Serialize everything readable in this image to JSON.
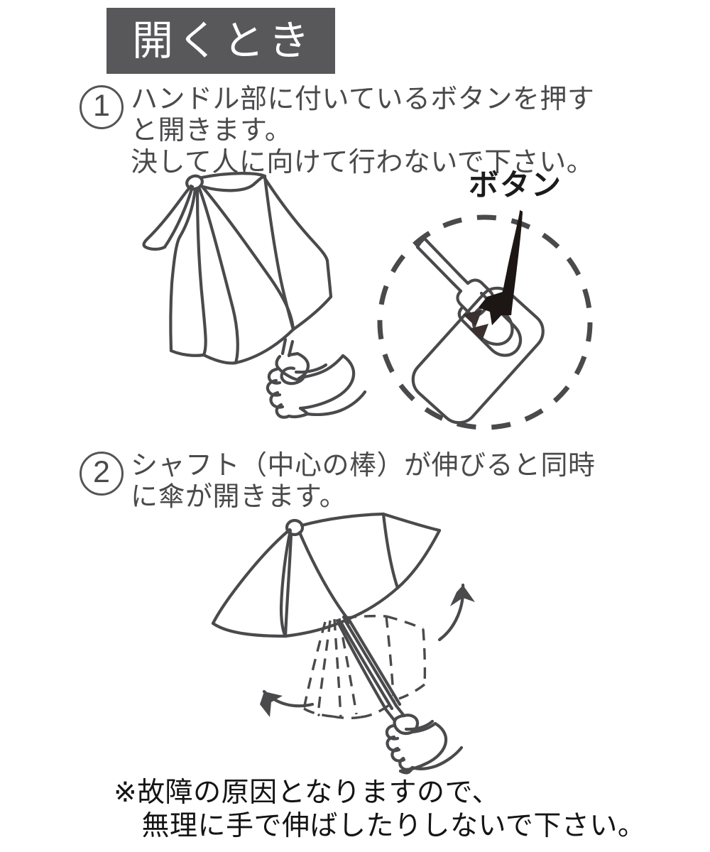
{
  "document": {
    "language": "ja",
    "kind": "umbrella-instruction-manual",
    "background_color": "#ffffff"
  },
  "header": {
    "title": "開くとき",
    "band_color": "#58585a",
    "text_color": "#ffffff"
  },
  "steps": [
    {
      "number": "1",
      "marker": "①",
      "text": "ハンドル部に付いているボタンを押す\nと開きます。\n決して人に向けて行わないで下さい。",
      "lines": [
        "ハンドル部に付いているボタンを押す",
        "と開きます。",
        "決して人に向けて行わないで下さい。"
      ]
    },
    {
      "number": "2",
      "marker": "②",
      "text": "シャフト（中心の棒）が伸びると同時\nに傘が開きます。",
      "lines": [
        "シャフト（中心の棒）が伸びると同時",
        "に傘が開きます。"
      ]
    }
  ],
  "annotations": {
    "button_label": "ボタン"
  },
  "footer": {
    "note": "※故障の原因となりますので、\n　無理に手で伸ばしたりしないで下さい。",
    "lines": [
      "※故障の原因となりますので、",
      "　無理に手で伸ばしたりしないで下さい。"
    ]
  },
  "illustrations": [
    {
      "name": "folded-umbrella-in-hand",
      "caption": "A folded umbrella held upright in a hand",
      "stroke_color": "#4a4a4c"
    },
    {
      "name": "handle-button-callout",
      "caption": "Magnified dashed-circle view of the handle with the push button and a black pointer arrow",
      "stroke_color": "#4a4a4c",
      "arrow_color": "#1c1614"
    },
    {
      "name": "opened-umbrella-in-hand",
      "caption": "Umbrella springing open, dashed outline shows the folded position, curved arrows show the canopy expanding",
      "stroke_color": "#4a4a4c"
    }
  ],
  "colors": {
    "band": "#58585a",
    "body_text": "#4a4a4c",
    "note_text": "#141414",
    "line_art": "#4a4a4c",
    "arrow_black": "#1c1614",
    "page": "#ffffff"
  }
}
